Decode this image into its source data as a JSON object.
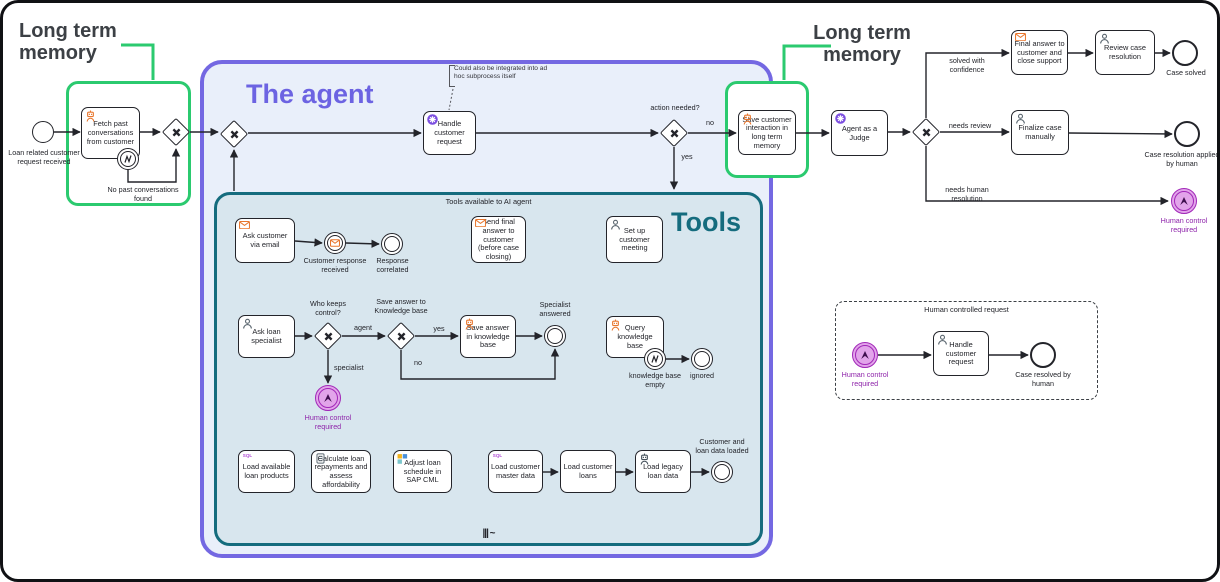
{
  "colors": {
    "agent_border": "#7468e2",
    "tools_border": "#156c7e",
    "green": "#2bca6f",
    "purple_title": "#6c63e2",
    "escalation": "#a127b8",
    "orange": "#e8762d"
  },
  "left_memory": {
    "title": "Long term memory",
    "start_label": "Loan related customer request received",
    "fetch_task": "Fetch past conversations from customer",
    "no_past_label": "No past conversations found"
  },
  "agent": {
    "title": "The agent",
    "handle_task": "Handle customer request",
    "annotation": "Could also be integrated into ad hoc subprocess itself",
    "action_gateway_label": "action needed?",
    "no_label": "no",
    "yes_label": "yes"
  },
  "right_memory": {
    "title": "Long term memory",
    "save_task": "Save customer interaction in long term memory"
  },
  "judge_flow": {
    "judge_task": "Agent as a Judge",
    "solved_label": "solved with confidence",
    "final_answer_task": "Final answer to customer and close support",
    "review_task": "Review case resolution",
    "case_solved_label": "Case solved",
    "needs_review_label": "needs review",
    "finalize_task": "Finalize case manually",
    "case_resolution_label": "Case resolution applied by human",
    "needs_human_label": "needs human resolution",
    "human_control_label": "Human control required"
  },
  "tools": {
    "header": "Tools available to AI agent",
    "title": "Tools",
    "ask_email_task": "Ask customer via email",
    "customer_response_label": "Customer response received",
    "response_correlated_label": "Response correlated",
    "send_final_task": "Send final answer to customer (before case closing)",
    "setup_meeting_task": "Set up customer meeting",
    "ask_specialist_task": "Ask loan specialist",
    "who_keeps_label": "Who keeps control?",
    "agent_label": "agent",
    "specialist_label": "specialist",
    "save_kb_gateway_label": "Save answer to Knowledge base",
    "yes_label": "yes",
    "no_label": "no",
    "save_kb_task": "Save answer in knowledge base",
    "specialist_answered_label": "Specialist answered",
    "human_control_label": "Human control required",
    "query_kb_task": "Query knowledge base",
    "kb_empty_label": "knowledge base empty",
    "ignored_label": "ignored",
    "load_products_task": "Load available loan products",
    "calc_task": "Calculate loan repayments and assess affordability",
    "adjust_task": "Adjust loan schedule in SAP CML",
    "load_master_task": "Load customer master data",
    "load_loans_task": "Load customer loans",
    "load_legacy_task": "Load legacy loan data",
    "data_loaded_label": "Customer and loan data loaded",
    "adhoc_marker": "||| ~",
    "sql_icon_text": "SQL"
  },
  "human_request": {
    "title": "Human controlled request",
    "start_label": "Human control required",
    "handle_task": "Handle customer request",
    "end_label": "Case resolved by human"
  }
}
